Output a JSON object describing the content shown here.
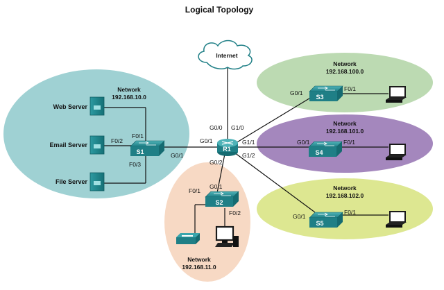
{
  "title": "Logical Topology",
  "cloud": {
    "label": "Internet"
  },
  "router": {
    "label": "R1",
    "ports": {
      "g00": "G0/0",
      "g10": "G1/0",
      "g01": "G0/1",
      "g11": "G1/1",
      "g12": "G1/2",
      "g02": "G0/2"
    }
  },
  "networks": {
    "n10": {
      "label": "Network",
      "address": "192.168.10.0",
      "color": "#9fd1d3"
    },
    "n100": {
      "label": "Network",
      "address": "192.168.100.0",
      "color": "#bcdab2"
    },
    "n101": {
      "label": "Network",
      "address": "192.168.101.0",
      "color": "#a487bd"
    },
    "n102": {
      "label": "Network",
      "address": "192.168.102.0",
      "color": "#dde791"
    },
    "n11": {
      "label": "Network",
      "address": "192.168.11.0",
      "color": "#f7d9c4"
    }
  },
  "servers": {
    "web": {
      "label": "Web Server"
    },
    "email": {
      "label": "Email Server"
    },
    "file": {
      "label": "File Server"
    }
  },
  "switches": {
    "s1": {
      "label": "S1",
      "ports": {
        "f01": "F0/1",
        "f02": "F0/2",
        "f03": "F0/3",
        "g01": "G0/1"
      }
    },
    "s2": {
      "label": "S2",
      "ports": {
        "g01": "G0/1",
        "f01": "F0/1",
        "f02": "F0/2"
      }
    },
    "s3": {
      "label": "S3",
      "ports": {
        "g01": "G0/1",
        "f01": "F0/1"
      }
    },
    "s4": {
      "label": "S4",
      "ports": {
        "g01": "G0/1",
        "f01": "F0/1"
      }
    },
    "s5": {
      "label": "S5",
      "ports": {
        "g01": "G0/1",
        "f01": "F0/1"
      }
    }
  },
  "icons": [
    "cloud-icon",
    "router-icon",
    "switch-icon",
    "server-icon",
    "laptop-icon",
    "pc-icon",
    "printer-icon"
  ]
}
